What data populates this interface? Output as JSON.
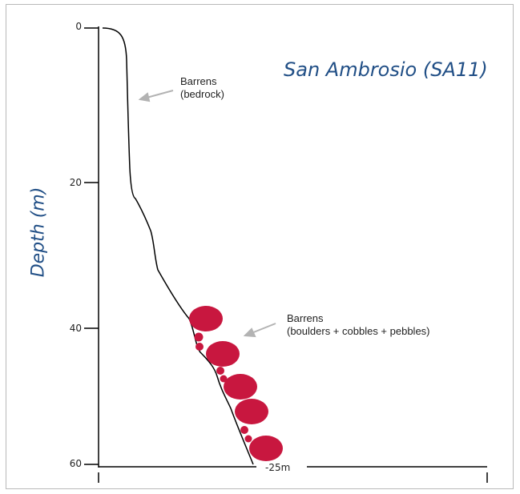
{
  "title": "San Ambrosio (SA11)",
  "y_axis": {
    "label": "Depth (m)",
    "ticks": [
      "0",
      "20",
      "40",
      "60"
    ]
  },
  "annotations": {
    "upper_label_line1": "Barrens",
    "upper_label_line2": "(bedrock)",
    "lower_label_line1": "Barrens",
    "lower_label_line2": "(boulders + cobbles + pebbles)"
  },
  "max_depth_label": "-25m",
  "colors": {
    "title": "#214f86",
    "boulders": "#c8173f",
    "arrow": "#b3b3b3",
    "line": "#000000"
  }
}
